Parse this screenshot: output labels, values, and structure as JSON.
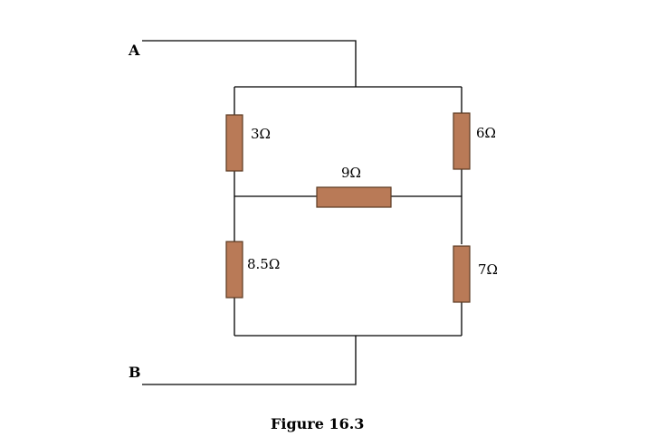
{
  "diagram": {
    "terminals": {
      "a": "A",
      "b": "B"
    },
    "resistors": {
      "top_left": "3Ω",
      "top_right": "6Ω",
      "bridge": "9Ω",
      "bottom_left": "8.5Ω",
      "bottom_right": "7Ω"
    },
    "caption": "Figure 16.3",
    "colors": {
      "resistor_fill": "#b97a57",
      "resistor_stroke": "#5a3a22",
      "wire": "#000000"
    }
  }
}
